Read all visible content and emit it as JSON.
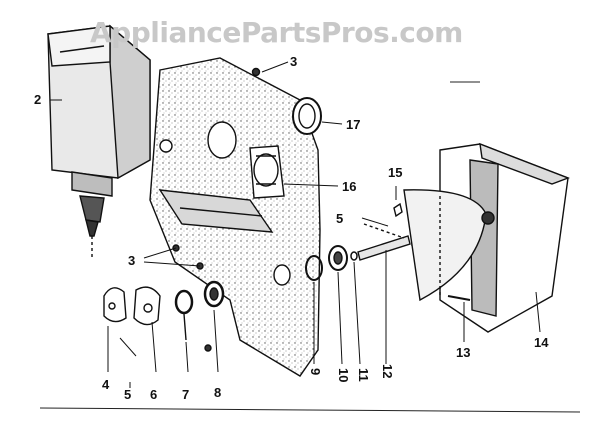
{
  "watermark": "AppliancePartsPros.com",
  "callouts": [
    {
      "id": "2",
      "label": "2"
    },
    {
      "id": "3a",
      "label": "3"
    },
    {
      "id": "17",
      "label": "17"
    },
    {
      "id": "16",
      "label": "16"
    },
    {
      "id": "15",
      "label": "15"
    },
    {
      "id": "5a",
      "label": "5"
    },
    {
      "id": "3b",
      "label": "3"
    },
    {
      "id": "4",
      "label": "4"
    },
    {
      "id": "5b",
      "label": "5"
    },
    {
      "id": "6",
      "label": "6"
    },
    {
      "id": "7",
      "label": "7"
    },
    {
      "id": "8",
      "label": "8"
    },
    {
      "id": "9",
      "label": "9"
    },
    {
      "id": "10",
      "label": "10"
    },
    {
      "id": "11",
      "label": "11"
    },
    {
      "id": "12",
      "label": "12"
    },
    {
      "id": "13",
      "label": "13"
    },
    {
      "id": "14",
      "label": "14"
    }
  ]
}
